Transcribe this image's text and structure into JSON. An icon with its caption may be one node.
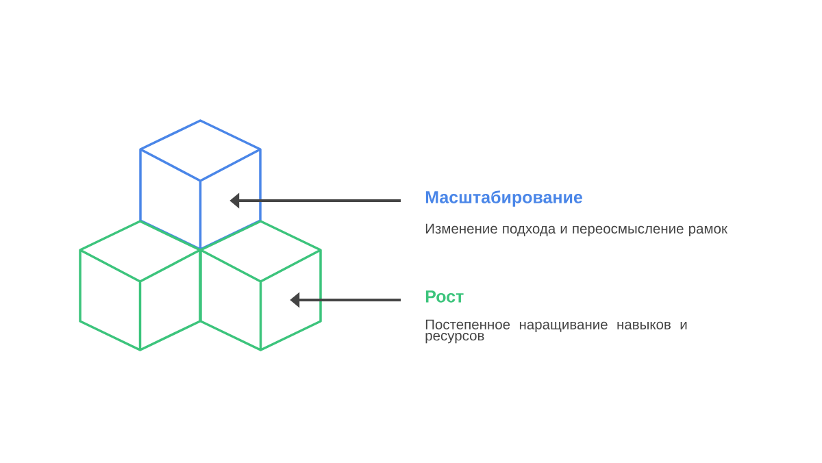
{
  "diagram": {
    "nodes": [
      {
        "text": [],
        "shape": "cube"
      },
      {
        "text": [],
        "shape": "cube"
      },
      {
        "text": [],
        "shape": "cube"
      },
      {
        "text": [
          "Масштабирование",
          "Изменение подхода и переосмысление рамок"
        ]
      },
      {
        "text": [
          "Рост",
          "Постепенное наращивание навыков и ресурсов"
        ]
      }
    ],
    "edges": [
      {
        "from": 3,
        "to": 0,
        "arrow": "to"
      },
      {
        "from": 4,
        "to": 2,
        "arrow": "to"
      }
    ]
  }
}
